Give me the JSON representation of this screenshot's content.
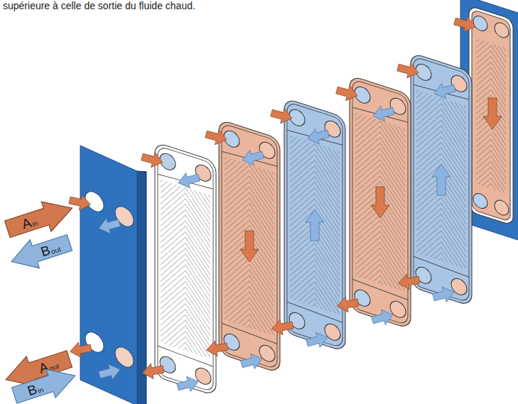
{
  "diagram": {
    "nodes": [
      {
        "text": [
          "A",
          "in"
        ]
      },
      {
        "text": [
          "B",
          "out"
        ]
      },
      {
        "text": [
          "A",
          "out"
        ]
      },
      {
        "text": [
          "B",
          "in"
        ]
      }
    ],
    "labels": [
      "supérieure à celle de sortie du fluide chaud."
    ]
  }
}
